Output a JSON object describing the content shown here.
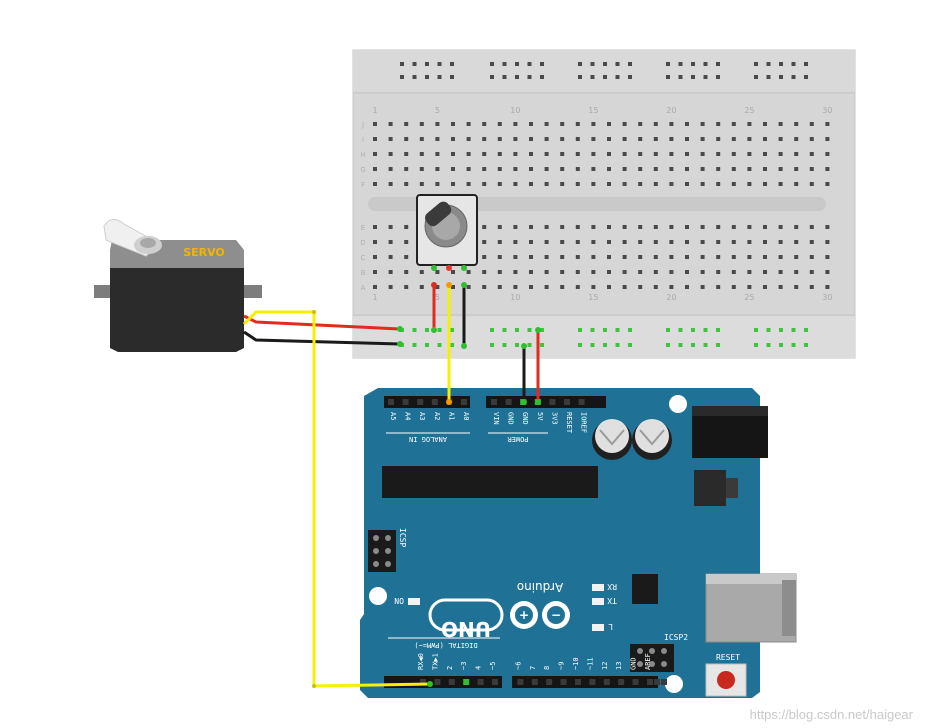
{
  "servo": {
    "label": "SERVO"
  },
  "breadboard": {
    "column_numbers": [
      "1",
      "5",
      "10",
      "15",
      "20",
      "25",
      "30"
    ],
    "row_letters_top": [
      "J",
      "I",
      "H",
      "G",
      "F"
    ],
    "row_letters_bottom": [
      "E",
      "D",
      "C",
      "B",
      "A"
    ]
  },
  "arduino": {
    "brand": "Arduino",
    "model": "UNO",
    "analog_header": {
      "title": "ANALOG IN",
      "pins": [
        "A5",
        "A4",
        "A3",
        "A2",
        "A1",
        "A0"
      ]
    },
    "power_header": {
      "title": "POWER",
      "pins": [
        "VIN",
        "GND",
        "GND",
        "5V",
        "3V3",
        "RESET",
        "IOREF"
      ]
    },
    "digital_header": {
      "title": "DIGITAL (PWM=~)",
      "pins": [
        "AREF",
        "GND",
        "13",
        "12",
        "~11",
        "~10",
        "~9",
        "8",
        "7",
        "~6",
        "~5",
        "4",
        "~3",
        "2",
        "TX▶1",
        "RX◀0"
      ]
    },
    "labels": {
      "icsp_left": "ICSP",
      "icsp_right": "ICSP2",
      "on": "ON",
      "rx": "RX",
      "tx": "TX",
      "l": "L",
      "reset": "RESET"
    }
  },
  "colors": {
    "board_blue": "#1f7296",
    "wire_red": "#e32a1f",
    "wire_black": "#1a1a1a",
    "wire_yellow": "#f7ef00",
    "servo_label": "#f5b400"
  },
  "watermark": "https://blog.csdn.net/haigear"
}
